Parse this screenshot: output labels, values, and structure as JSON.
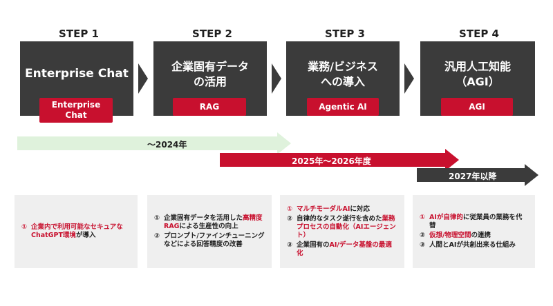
{
  "colors": {
    "box": "#3b3b3b",
    "badge": "#c8102e",
    "green": "#dff2dc",
    "red": "#c8102e",
    "dark": "#3b3b3b",
    "card": "#efefef"
  },
  "steps": [
    {
      "label": "STEP 1",
      "title": "Enterprise Chat",
      "badge": "Enterprise\nChat"
    },
    {
      "label": "STEP 2",
      "title": "企業固有データ\nの活用",
      "badge": "RAG"
    },
    {
      "label": "STEP 3",
      "title": "業務/ビジネス\nへの導入",
      "badge": "Agentic AI"
    },
    {
      "label": "STEP 4",
      "title": "汎用人工知能\n（AGI）",
      "badge": "AGI"
    }
  ],
  "timelines": [
    {
      "label": "〜2024年"
    },
    {
      "label": "2025年〜2026年度"
    },
    {
      "label": "2027年以降"
    }
  ],
  "cards": [
    {
      "items": [
        {
          "num": "①",
          "parts": [
            {
              "t": "企業内で利用可能なセキュアなChatGPT環境",
              "red": true
            },
            {
              "t": "が導入",
              "red": false
            }
          ]
        }
      ]
    },
    {
      "items": [
        {
          "num": "①",
          "parts": [
            {
              "t": "企業固有データを活用した",
              "red": false
            },
            {
              "t": "高精度RAG",
              "red": true
            },
            {
              "t": "による生産性の向上",
              "red": false
            }
          ]
        },
        {
          "num": "②",
          "parts": [
            {
              "t": "プロンプト/ファインチューニングなどによる回答精度の改善",
              "red": false
            }
          ]
        }
      ]
    },
    {
      "items": [
        {
          "num": "①",
          "parts": [
            {
              "t": "マルチモーダルAI",
              "red": true
            },
            {
              "t": "に対応",
              "red": false
            }
          ]
        },
        {
          "num": "②",
          "parts": [
            {
              "t": "自律的なタスク遂行を含めた",
              "red": false
            },
            {
              "t": "業務プロセスの自動化（AIエージェント）",
              "red": true
            }
          ]
        },
        {
          "num": "③",
          "parts": [
            {
              "t": "企業固有の",
              "red": false
            },
            {
              "t": "AI/データ基盤の最適化",
              "red": true
            }
          ]
        }
      ]
    },
    {
      "items": [
        {
          "num": "①",
          "parts": [
            {
              "t": "AIが自律的",
              "red": true
            },
            {
              "t": "に従業員の業務を代替",
              "red": false
            }
          ]
        },
        {
          "num": "②",
          "parts": [
            {
              "t": "仮想/物理空間",
              "red": true
            },
            {
              "t": "の連携",
              "red": false
            }
          ]
        },
        {
          "num": "③",
          "parts": [
            {
              "t": "人間とAIが共創出来る仕組み",
              "red": false
            }
          ]
        }
      ]
    }
  ]
}
